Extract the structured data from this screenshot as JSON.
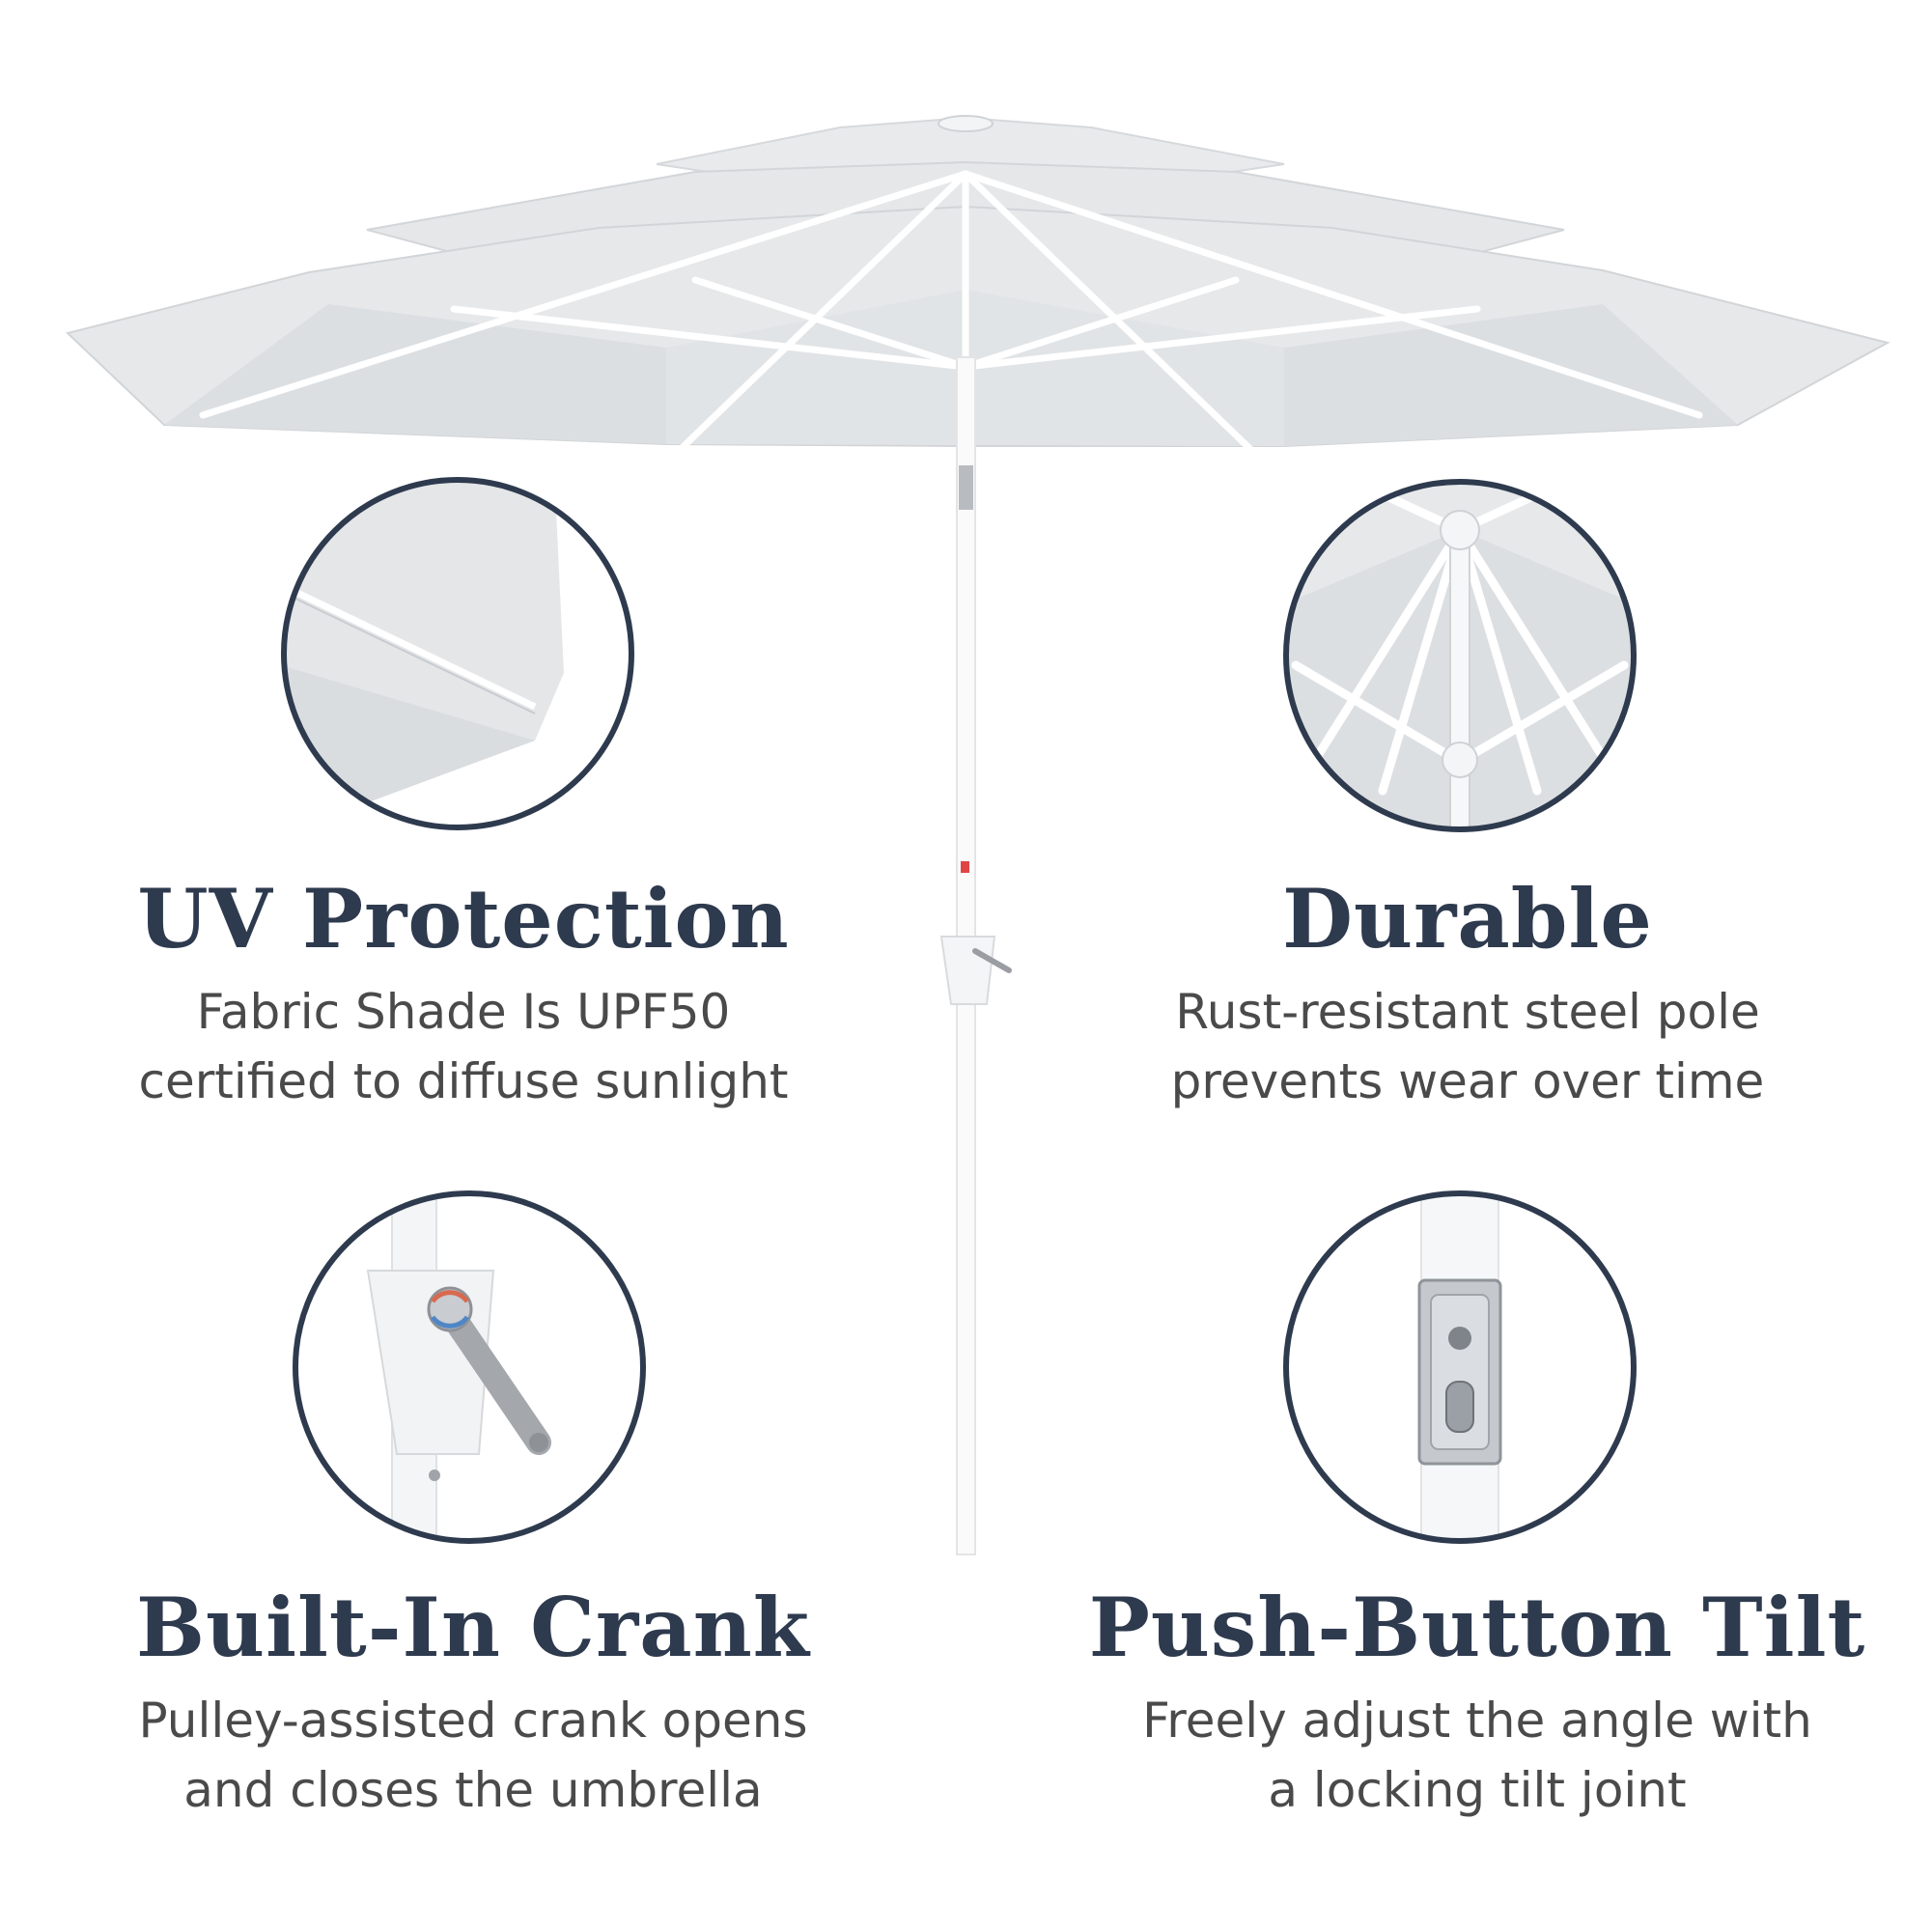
{
  "colors": {
    "heading": "#2e3a4e",
    "body_text": "#4a4a4a",
    "ring": "#2e3a4e",
    "canopy": "#e6e8ea",
    "canopy_shade": "#d3d6d9",
    "frame": "#ffffff",
    "background": "#ffffff"
  },
  "features": [
    {
      "id": "uv-protection",
      "title": "UV Protection",
      "lines": [
        "Fabric Shade Is UPF50",
        "certified to diffuse sunlight"
      ]
    },
    {
      "id": "durable",
      "title": "Durable",
      "lines": [
        "Rust-resistant steel pole",
        "prevents wear over time"
      ]
    },
    {
      "id": "built-in-crank",
      "title": "Built-In Crank",
      "lines": [
        "Pulley-assisted crank opens",
        "and closes the umbrella"
      ]
    },
    {
      "id": "push-button-tilt",
      "title": "Push-Button Tilt",
      "lines": [
        "Freely adjust the angle with",
        "a locking tilt joint"
      ]
    }
  ],
  "detail_images": [
    {
      "id": "canopy-fabric-detail",
      "feature": "uv-protection"
    },
    {
      "id": "rib-frame-detail",
      "feature": "durable"
    },
    {
      "id": "crank-handle-detail",
      "feature": "built-in-crank"
    },
    {
      "id": "tilt-button-detail",
      "feature": "push-button-tilt"
    }
  ]
}
